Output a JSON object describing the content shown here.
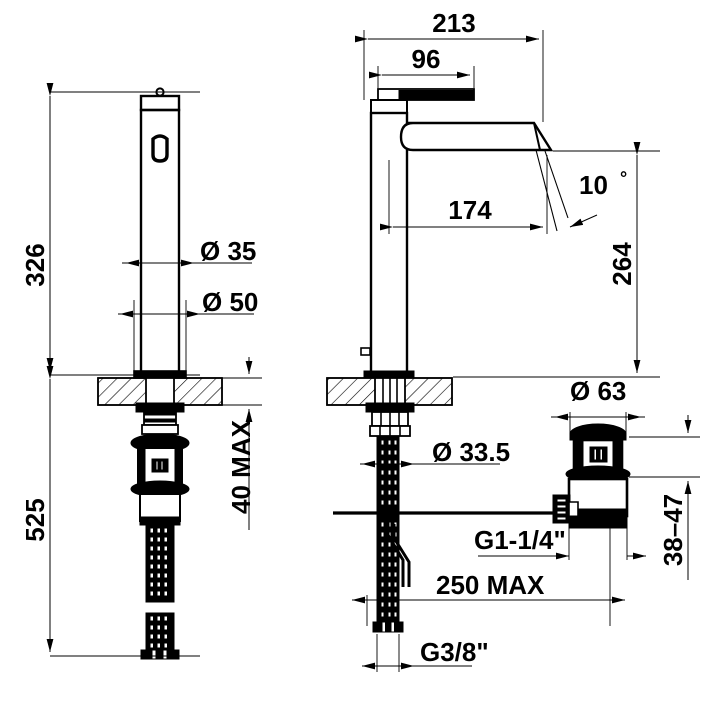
{
  "drawing": {
    "title": "Tall basin mixer technical dimension drawing",
    "units": "mm",
    "line_color": "#000000",
    "background": "#ffffff",
    "views": [
      {
        "name": "side-view-left",
        "label": ""
      },
      {
        "name": "front-view-middle",
        "label": ""
      },
      {
        "name": "pop-up-waste-detail-right",
        "label": ""
      }
    ]
  },
  "dimensions": {
    "height_326": "326",
    "height_525": "525",
    "dia_35": "Ø 35",
    "dia_50": "Ø 50",
    "max_40": "40 MAX",
    "width_213": "213",
    "width_96": "96",
    "reach_174": "174",
    "angle_10": "10",
    "angle_unit": "°",
    "height_264": "264",
    "dia_63": "Ø 63",
    "dia_335": "Ø 33.5",
    "thread_g114": "G1-1/4\"",
    "max_250": "250 MAX",
    "range_38_47": "38–47",
    "thread_g38": "G3/8\""
  },
  "symbols": {
    "diameter": "Ø",
    "degree": "°",
    "inch": "\""
  }
}
